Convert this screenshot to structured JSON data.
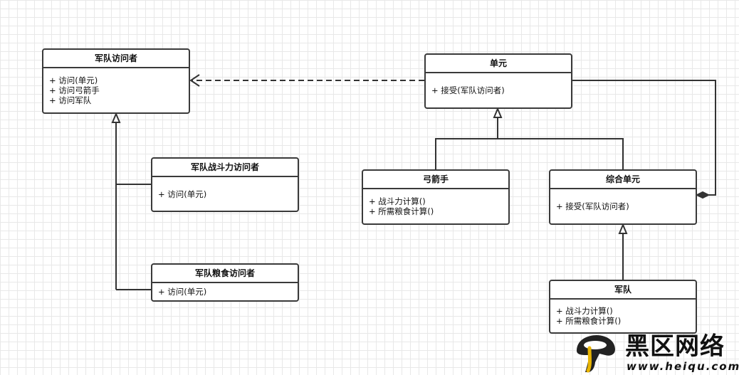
{
  "classes": {
    "visitor": {
      "name": "军队访问者",
      "members": [
        "+ 访问(单元)",
        "+ 访问弓箭手",
        "+ 访问军队"
      ]
    },
    "combat_visitor": {
      "name": "军队战斗力访问者",
      "members": [
        "+ 访问(单元)"
      ]
    },
    "food_visitor": {
      "name": "军队粮食访问者",
      "members": [
        "+ 访问(单元)"
      ]
    },
    "unit": {
      "name": "单元",
      "members": [
        "+ 接受(军队访问者)"
      ]
    },
    "archer": {
      "name": "弓箭手",
      "members": [
        "+ 战斗力计算()",
        "+ 所需粮食计算()"
      ]
    },
    "composite": {
      "name": "综合单元",
      "members": [
        "+ 接受(军队访问者)"
      ]
    },
    "army": {
      "name": "军队",
      "members": [
        "+ 战斗力计算()",
        "+ 所需粮食计算()"
      ]
    }
  },
  "watermark": {
    "title": "黑区网络",
    "url": "www.heiqu.com"
  }
}
